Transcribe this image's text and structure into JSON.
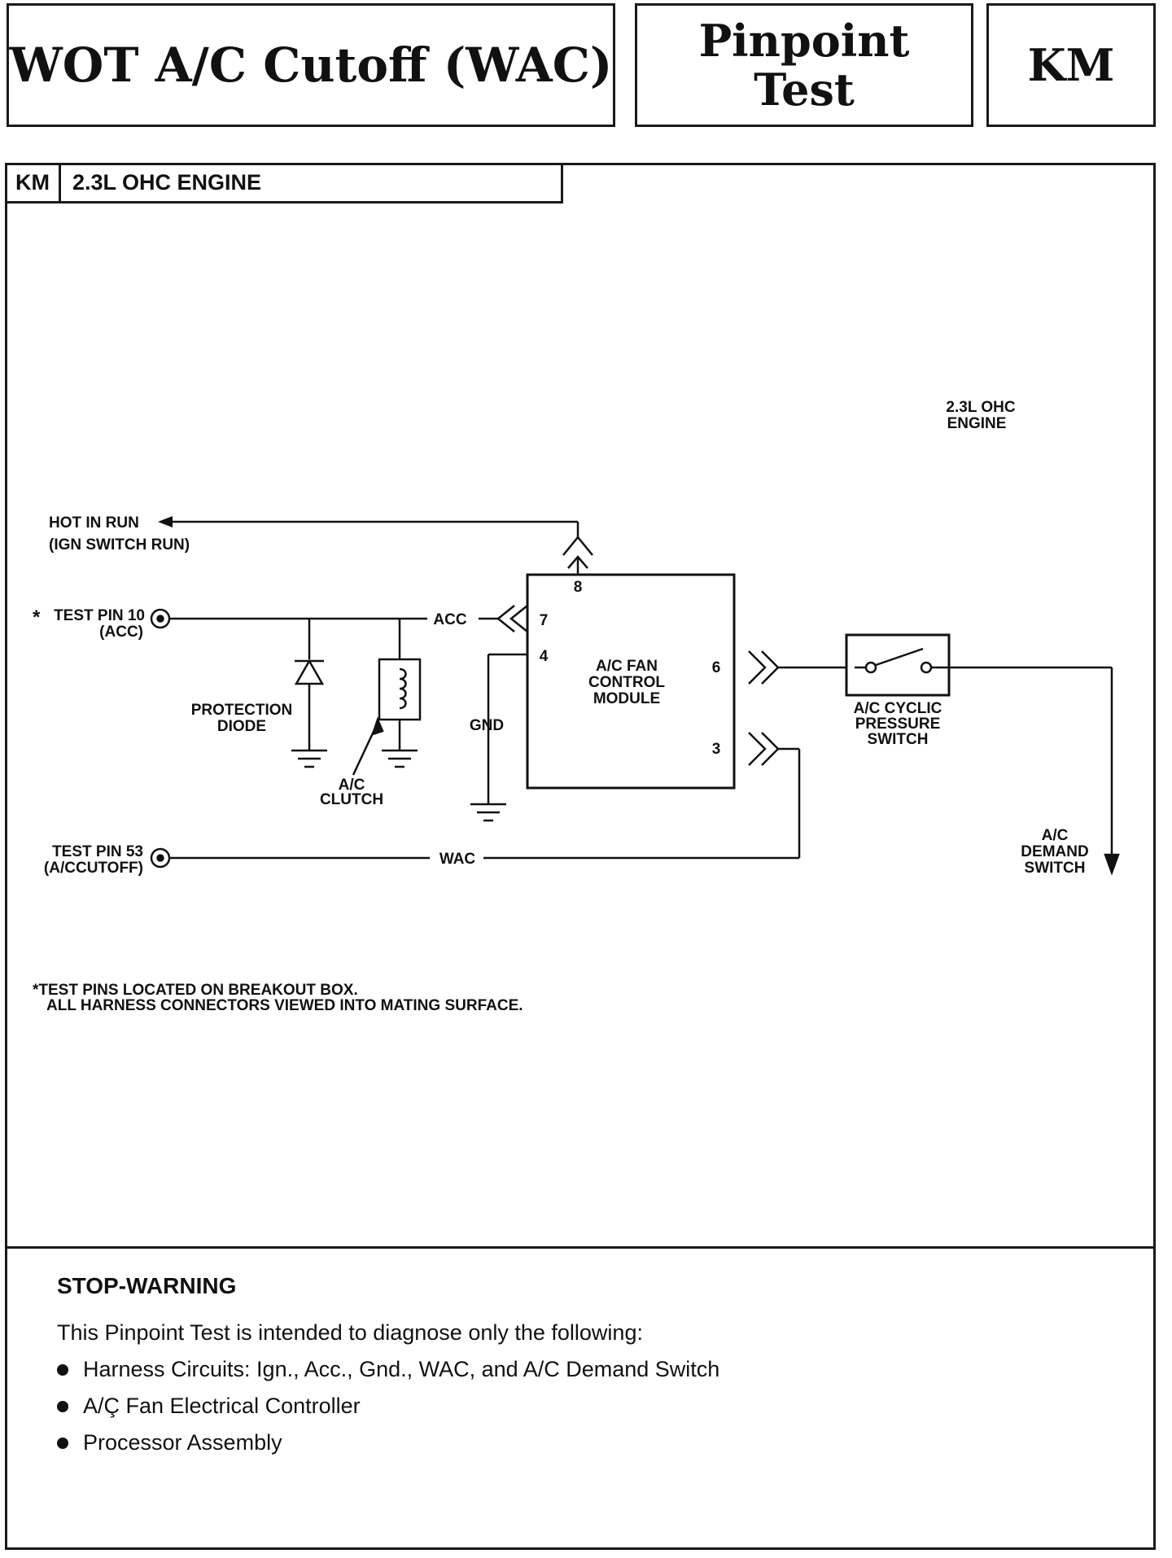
{
  "header": {
    "title": "WOT A/C Cutoff (WAC)",
    "test_type_line1": "Pinpoint",
    "test_type_line2": "Test",
    "code": "KM"
  },
  "engine_tab": {
    "code": "KM",
    "name": "2.3L OHC ENGINE"
  },
  "diagram": {
    "engine_label_line1": "2.3L OHC",
    "engine_label_line2": "ENGINE",
    "hot_in_run_line1": "HOT IN RUN",
    "hot_in_run_line2": "(IGN SWITCH RUN)",
    "test_pin10_line1": "TEST PIN 10",
    "test_pin10_line2": "(ACC)",
    "test_pin10_star": "*",
    "test_pin53_line1": "TEST PIN 53",
    "test_pin53_line2": "(A/CCUTOFF)",
    "acc_label": "ACC",
    "wac_label": "WAC",
    "gnd_label": "GND",
    "module_line1": "A/C FAN",
    "module_line2": "CONTROL",
    "module_line3": "MODULE",
    "pin_7": "7",
    "pin_4": "4",
    "pin_6": "6",
    "pin_3": "3",
    "pin_8": "8",
    "diode_line1": "PROTECTION",
    "diode_line2": "DIODE",
    "clutch_line1": "A/C",
    "clutch_line2": "CLUTCH",
    "switch_line1": "A/C CYCLIC",
    "switch_line2": "PRESSURE",
    "switch_line3": "SWITCH",
    "demand_line1": "A/C",
    "demand_line2": "DEMAND",
    "demand_line3": "SWITCH",
    "note_line1": "*TEST PINS LOCATED ON BREAKOUT BOX.",
    "note_line2": "ALL HARNESS CONNECTORS VIEWED INTO MATING SURFACE."
  },
  "warning": {
    "title": "STOP-WARNING",
    "intro": "This Pinpoint Test is intended to diagnose only the following:",
    "items": [
      "Harness Circuits: Ign., Acc., Gnd., WAC, and A/C Demand Switch",
      "A/Ç Fan Electrical Controller",
      "Processor Assembly"
    ]
  }
}
